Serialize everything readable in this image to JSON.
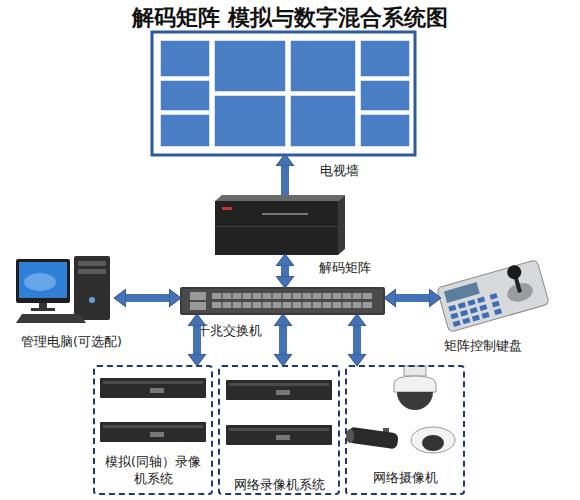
{
  "diagram": {
    "title": "解码矩阵 模拟与数字混合系统图",
    "nodes": [
      {
        "text": [
          "电视墙"
        ]
      },
      {
        "text": [
          "解码矩阵"
        ]
      },
      {
        "text": [
          "管理电脑(可选配)"
        ]
      },
      {
        "text": [
          "千兆交换机"
        ]
      },
      {
        "text": [
          "矩阵控制键盘"
        ]
      },
      {
        "text": [
          "模拟(同轴）录像 机系统"
        ]
      },
      {
        "text": [
          "网络录像机系统"
        ]
      },
      {
        "text": [
          "网络摄像机"
        ]
      }
    ],
    "edges": [
      {
        "from": 1,
        "to": 0,
        "arrow": "to"
      },
      {
        "from": 1,
        "to": 3,
        "arrow": "both"
      },
      {
        "from": 2,
        "to": 3,
        "arrow": "both"
      },
      {
        "from": 3,
        "to": 4,
        "arrow": "both"
      },
      {
        "from": 3,
        "to": 5,
        "arrow": "both"
      },
      {
        "from": 3,
        "to": 6,
        "arrow": "both"
      },
      {
        "from": 3,
        "to": 7,
        "arrow": "both"
      }
    ]
  }
}
